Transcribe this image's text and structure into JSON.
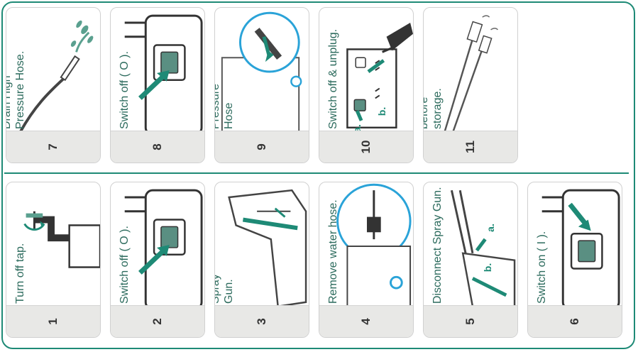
{
  "colors": {
    "accent": "#1e8a76",
    "ink": "#2b6a5c",
    "strip": "#e8e8e6"
  },
  "top_row": [
    {
      "number": "7",
      "caption": "Drain High\nPressure Hose."
    },
    {
      "number": "8",
      "caption": "Switch off ( O )."
    },
    {
      "number": "9",
      "caption": "Disconnect\nHigh\nPressure\nHose"
    },
    {
      "number": "10",
      "caption": "Switch off & unplug.",
      "markers": [
        "a.",
        "b."
      ]
    },
    {
      "number": "11",
      "caption": "Dry parts\nbefore\nstorage."
    }
  ],
  "bottom_row": [
    {
      "number": "1",
      "caption": "Turn off tap."
    },
    {
      "number": "2",
      "caption": "Switch off ( O )."
    },
    {
      "number": "3",
      "caption": "Drain\nwater\nfrom\nSpray\nGun."
    },
    {
      "number": "4",
      "caption": "Remove water hose."
    },
    {
      "number": "5",
      "caption": "Disconnect Spray Gun.",
      "markers": [
        "a.",
        "b."
      ]
    },
    {
      "number": "6",
      "caption": "Switch on ( I )."
    }
  ],
  "icons": {
    "step7": "hose-spray-icon",
    "step8": "power-switch-icon",
    "step9": "hose-coupling-icon",
    "step10": "power-plug-icon",
    "step11": "drying-hoses-icon",
    "step1": "tap-icon",
    "step2": "power-switch-icon",
    "step3": "spray-gun-icon",
    "step4": "water-hose-icon",
    "step5": "spray-gun-lance-icon",
    "step6": "power-switch-icon"
  }
}
